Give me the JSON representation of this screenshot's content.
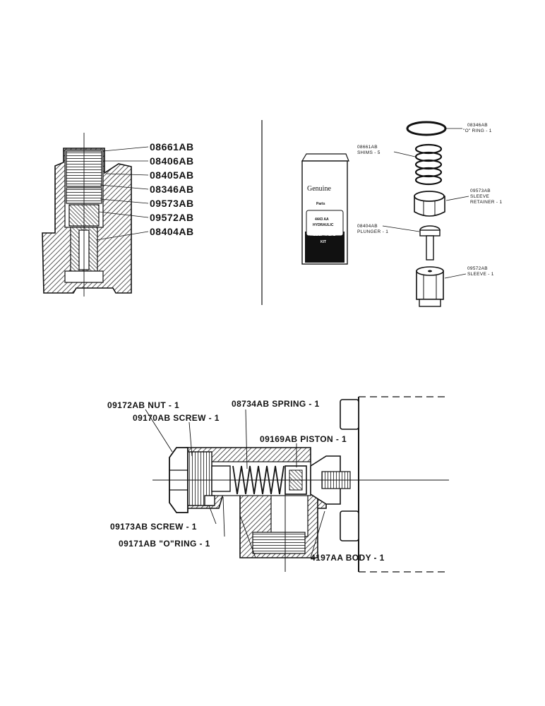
{
  "top_left_callouts": [
    "08661AB",
    "08406AB",
    "08405AB",
    "08346AB",
    "09573AB",
    "09572AB",
    "08404AB"
  ],
  "kit_box": {
    "line1": "Genuine",
    "line2": "Parts",
    "line3": "4443 AA",
    "line4": "HYDRAULIC",
    "line5": "RELIEF VALVE",
    "line6": "KIT"
  },
  "kit_parts": [
    {
      "number": "08346AB",
      "desc": "\"O\" RING - 1"
    },
    {
      "number": "08661AB",
      "desc": "SHIMS - 5"
    },
    {
      "number": "09573AB",
      "desc": "SLEEVE",
      "desc2": "RETAINER - 1"
    },
    {
      "number": "08404AB",
      "desc": "PLUNGER - 1"
    },
    {
      "number": "09572AB",
      "desc": "SLEEVE - 1"
    }
  ],
  "bottom_callouts": {
    "nut": "09172AB NUT - 1",
    "screw1": "09170AB SCREW - 1",
    "spring": "08734AB SPRING - 1",
    "piston": "09169AB PISTON - 1",
    "screw2": "09173AB SCREW - 1",
    "oring": "09171AB \"O\"RING - 1",
    "body": "4197AA BODY - 1"
  }
}
